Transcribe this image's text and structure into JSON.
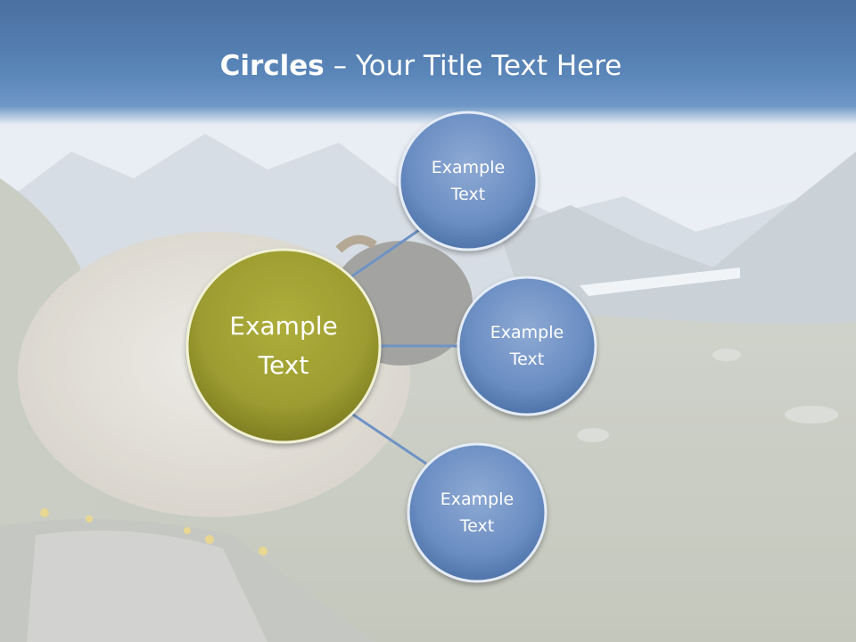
{
  "title": {
    "bold": "Circles",
    "rest": " – Your Title Text Here"
  },
  "center": {
    "text": "Example\nText",
    "color": "#9c9c31"
  },
  "satellites": [
    {
      "text": "Example\nText"
    },
    {
      "text": "Example\nText"
    },
    {
      "text": "Example\nText"
    }
  ],
  "colors": {
    "satellite": "#6c8fc4",
    "connector": "#6f93c5"
  }
}
